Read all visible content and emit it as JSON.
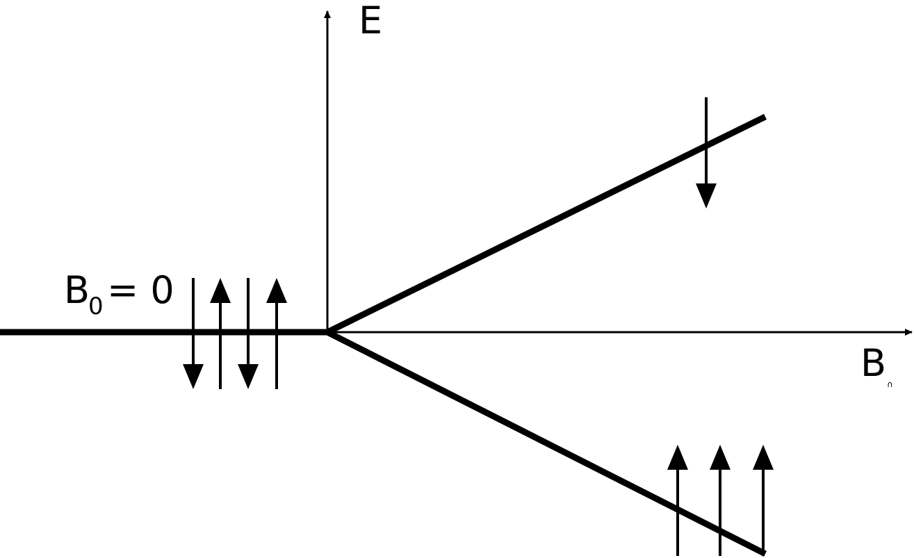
{
  "diagram": {
    "axis_labels": {
      "y": "E",
      "x": "B",
      "x_subscript": "∩"
    },
    "zero_field_label": {
      "symbol": "B",
      "subscript": "0",
      "relation": "= 0"
    },
    "levels": [
      {
        "name": "zero-field-degenerate-level",
        "spins": [
          "down",
          "up",
          "down",
          "up"
        ]
      },
      {
        "name": "upper-split-level",
        "spins": [
          "down"
        ]
      },
      {
        "name": "lower-split-level",
        "spins": [
          "up",
          "up",
          "up"
        ]
      }
    ],
    "colors": {
      "ink": "#000000",
      "background": "#ffffff"
    },
    "icons": [
      "spin-down-arrow-icon",
      "spin-up-arrow-icon"
    ]
  }
}
